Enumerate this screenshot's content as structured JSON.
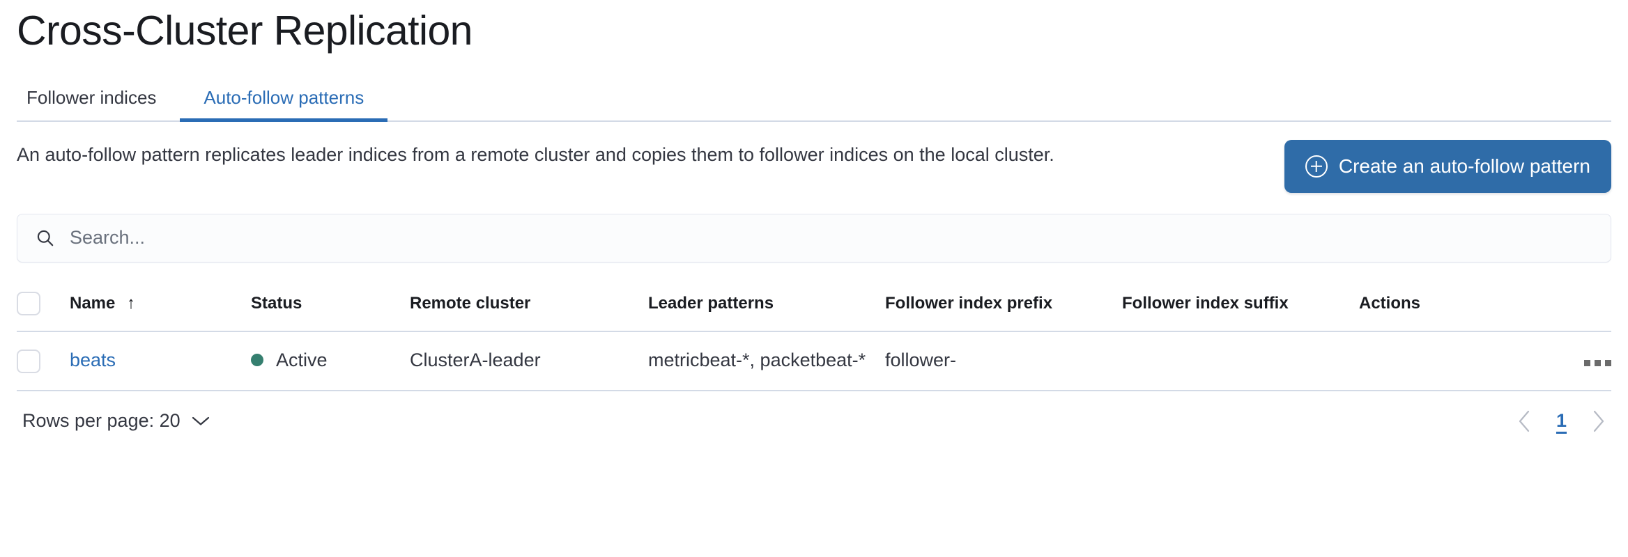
{
  "page": {
    "title": "Cross-Cluster Replication"
  },
  "tabs": [
    {
      "label": "Follower indices",
      "selected": false
    },
    {
      "label": "Auto-follow patterns",
      "selected": true
    }
  ],
  "description": "An auto-follow pattern replicates leader indices from a remote cluster and copies them to follower indices on the local cluster.",
  "create_button": {
    "label": "Create an auto-follow pattern",
    "icon": "plus-in-circle-icon",
    "color": "#2f6ca8"
  },
  "search": {
    "value": "",
    "placeholder": "Search...",
    "icon": "search-icon"
  },
  "table": {
    "columns": [
      {
        "key": "select",
        "label": ""
      },
      {
        "key": "name",
        "label": "Name",
        "sort": "asc",
        "sort_glyph": "↑"
      },
      {
        "key": "status",
        "label": "Status"
      },
      {
        "key": "remote_cluster",
        "label": "Remote cluster"
      },
      {
        "key": "leader_patterns",
        "label": "Leader patterns"
      },
      {
        "key": "follower_index_prefix",
        "label": "Follower index prefix"
      },
      {
        "key": "follower_index_suffix",
        "label": "Follower index suffix"
      },
      {
        "key": "actions",
        "label": "Actions"
      }
    ],
    "rows": [
      {
        "name": "beats",
        "status": "Active",
        "status_color": "#357f6f",
        "remote_cluster": "ClusterA-leader",
        "leader_patterns": "metricbeat-*, packetbeat-*",
        "follower_index_prefix": "follower-",
        "follower_index_suffix": "",
        "actions_icon": "more-actions-icon"
      }
    ]
  },
  "footer": {
    "rows_per_page_label": "Rows per page: 20",
    "rows_per_page_icon": "chevron-down-icon",
    "pagination": {
      "prev_icon": "chevron-left-icon",
      "next_icon": "chevron-right-icon",
      "current_page": "1"
    }
  },
  "colors": {
    "accent_blue": "#2a6cb5",
    "button_blue": "#2f6ca8",
    "status_green": "#357f6f",
    "border": "#d3dae6",
    "text": "#343741"
  }
}
